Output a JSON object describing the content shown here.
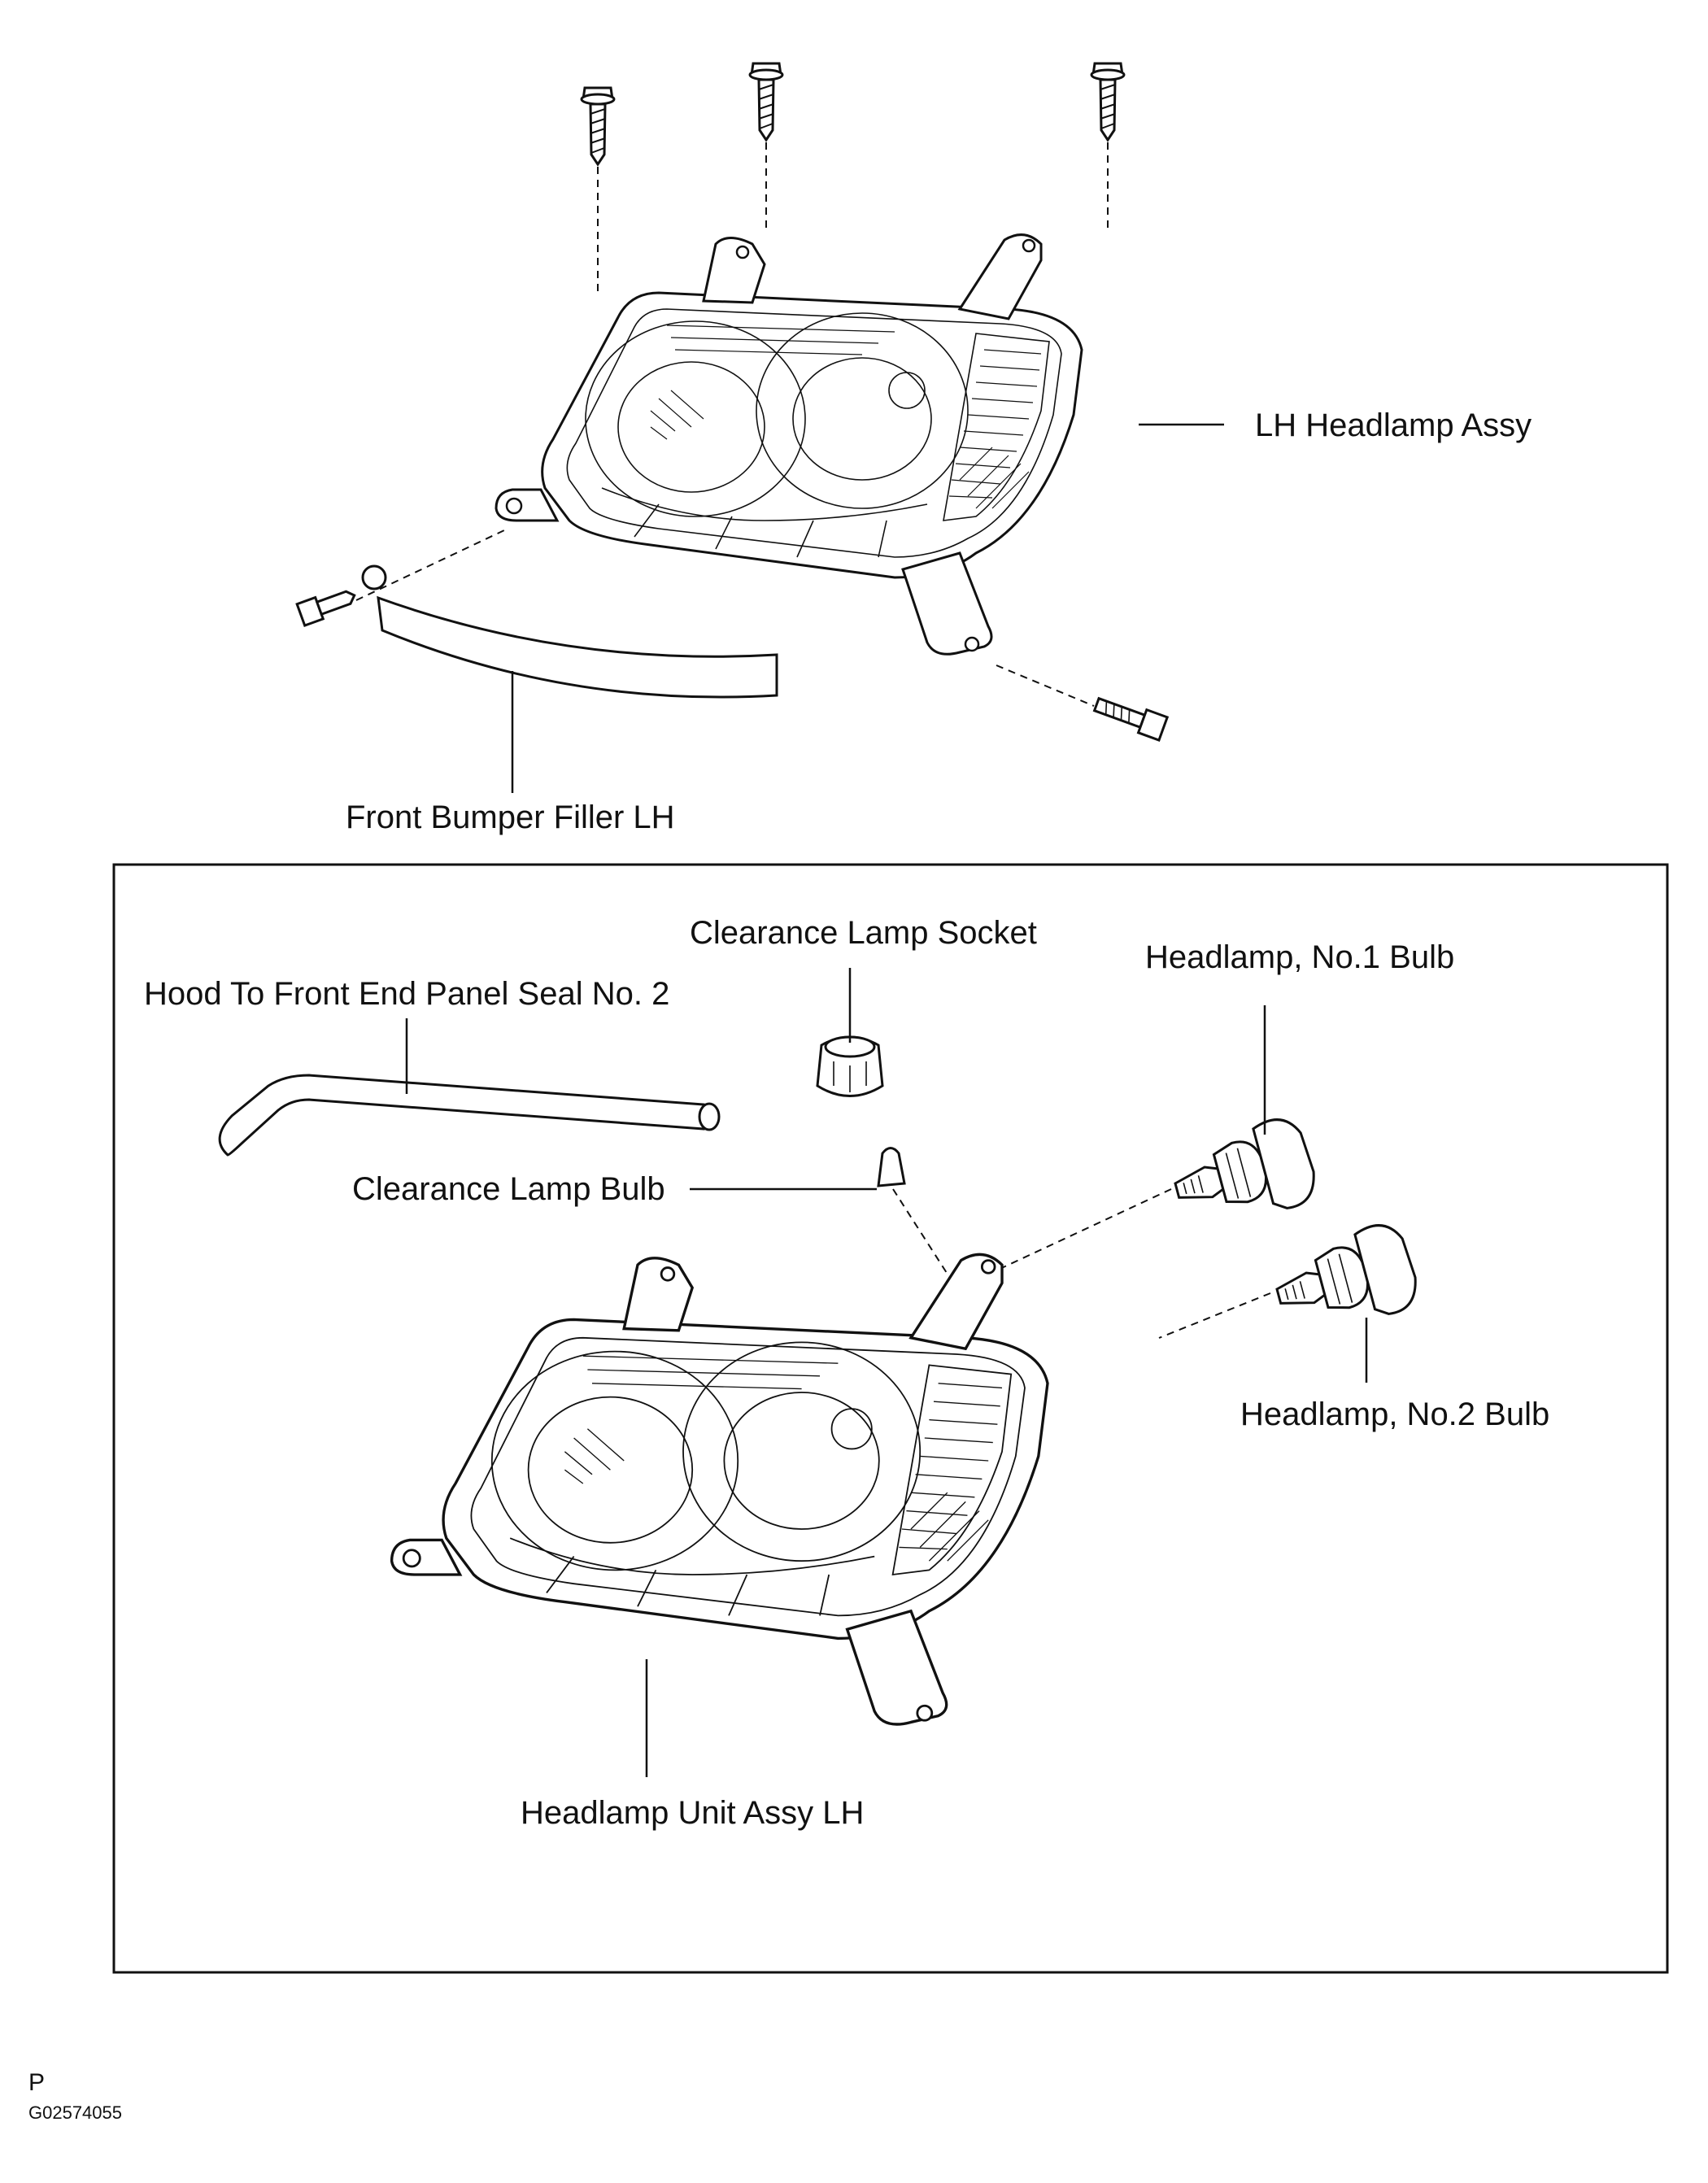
{
  "labels": {
    "lh_headlamp_assy": "LH Headlamp Assy",
    "front_bumper_filler": "Front Bumper Filler LH",
    "clearance_lamp_socket": "Clearance Lamp Socket",
    "headlamp_no1_bulb": "Headlamp, No.1 Bulb",
    "hood_seal": "Hood To Front End Panel Seal No. 2",
    "clearance_lamp_bulb": "Clearance Lamp Bulb",
    "headlamp_no2_bulb": "Headlamp, No.2 Bulb",
    "headlamp_unit_assy": "Headlamp Unit Assy LH"
  },
  "footer": {
    "letter": "P",
    "code": "G02574055"
  }
}
